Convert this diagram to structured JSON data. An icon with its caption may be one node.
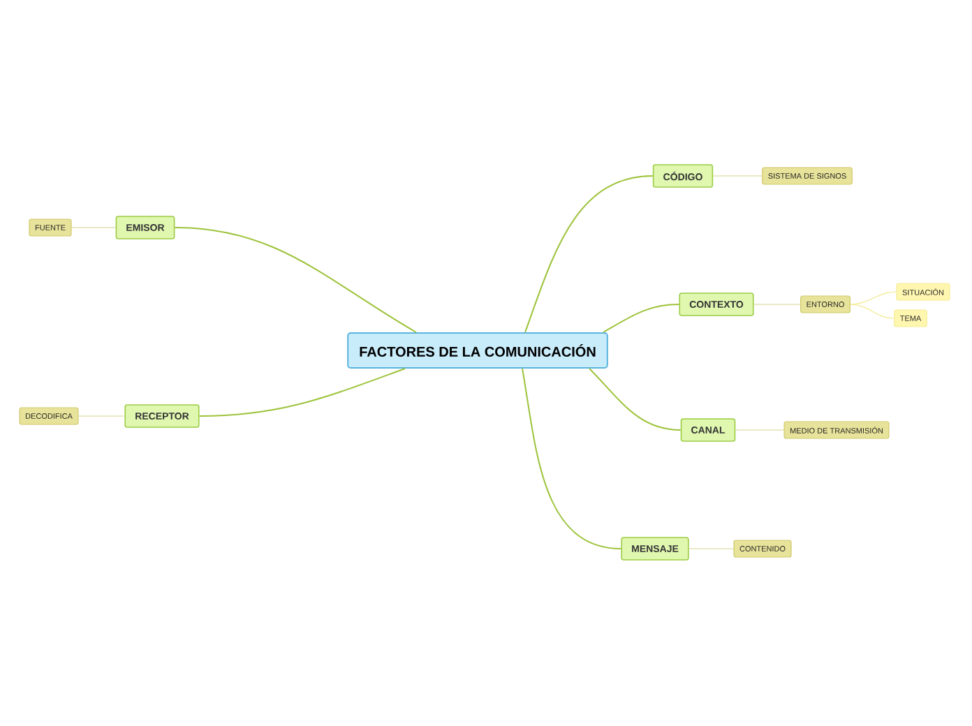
{
  "diagram": {
    "nodes": [
      {
        "text": [
          "FACTORES DE LA COMUNICACIÓN"
        ]
      },
      {
        "text": [
          "EMISOR"
        ]
      },
      {
        "text": [
          "FUENTE"
        ]
      },
      {
        "text": [
          "RECEPTOR"
        ]
      },
      {
        "text": [
          "DECODIFICA"
        ]
      },
      {
        "text": [
          "CÓDIGO"
        ]
      },
      {
        "text": [
          "SISTEMA DE SIGNOS"
        ]
      },
      {
        "text": [
          "CONTEXTO"
        ]
      },
      {
        "text": [
          "ENTORNO"
        ]
      },
      {
        "text": [
          "SITUACIÓN"
        ]
      },
      {
        "text": [
          "TEMA"
        ]
      },
      {
        "text": [
          "CANAL"
        ]
      },
      {
        "text": [
          "MEDIO DE TRANSMISIÓN"
        ]
      },
      {
        "text": [
          "MENSAJE"
        ]
      },
      {
        "text": [
          "CONTENIDO"
        ]
      }
    ],
    "edges": [
      {
        "from": 0,
        "to": 1,
        "arrow": "none",
        "color": "#9dc33b"
      },
      {
        "from": 1,
        "to": 2,
        "arrow": "none",
        "color": "#d6d38e"
      },
      {
        "from": 0,
        "to": 3,
        "arrow": "none",
        "color": "#9dc33b"
      },
      {
        "from": 3,
        "to": 4,
        "arrow": "none",
        "color": "#d6d38e"
      },
      {
        "from": 0,
        "to": 5,
        "arrow": "none",
        "color": "#9dc33b"
      },
      {
        "from": 5,
        "to": 6,
        "arrow": "none",
        "color": "#d6d38e"
      },
      {
        "from": 0,
        "to": 7,
        "arrow": "none",
        "color": "#9dc33b"
      },
      {
        "from": 7,
        "to": 8,
        "arrow": "none",
        "color": "#d6d38e"
      },
      {
        "from": 8,
        "to": 9,
        "arrow": "none",
        "color": "#f3e98a"
      },
      {
        "from": 8,
        "to": 10,
        "arrow": "none",
        "color": "#f3e98a"
      },
      {
        "from": 0,
        "to": 11,
        "arrow": "none",
        "color": "#9dc33b"
      },
      {
        "from": 11,
        "to": 12,
        "arrow": "none",
        "color": "#d6d38e"
      },
      {
        "from": 0,
        "to": 13,
        "arrow": "none",
        "color": "#9dc33b"
      },
      {
        "from": 13,
        "to": 14,
        "arrow": "none",
        "color": "#d6d38e"
      }
    ]
  }
}
